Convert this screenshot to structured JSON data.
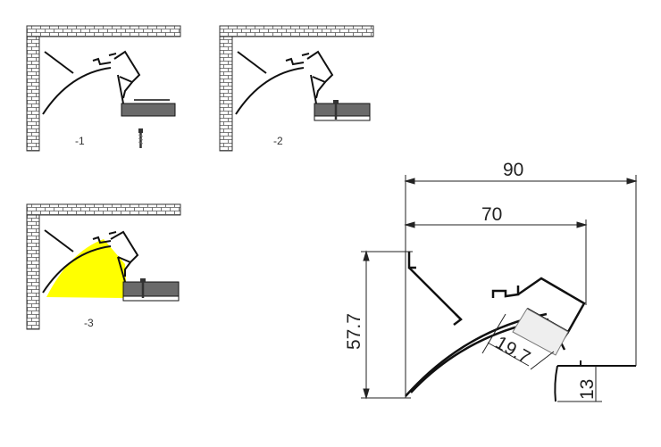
{
  "steps": [
    {
      "label": "-1"
    },
    {
      "label": "-2"
    },
    {
      "label": "-3"
    }
  ],
  "dimensions": {
    "total_width": "90",
    "inner_width": "70",
    "height": "57.7",
    "diffuser_width": "19.7",
    "lip_height": "13"
  },
  "colors": {
    "line": "#111111",
    "light": "#ffff00",
    "board": "#6a6a6a",
    "wall_fill": "#ffffff"
  },
  "icons": [
    "brick-wall",
    "screw",
    "led-light-beam"
  ]
}
